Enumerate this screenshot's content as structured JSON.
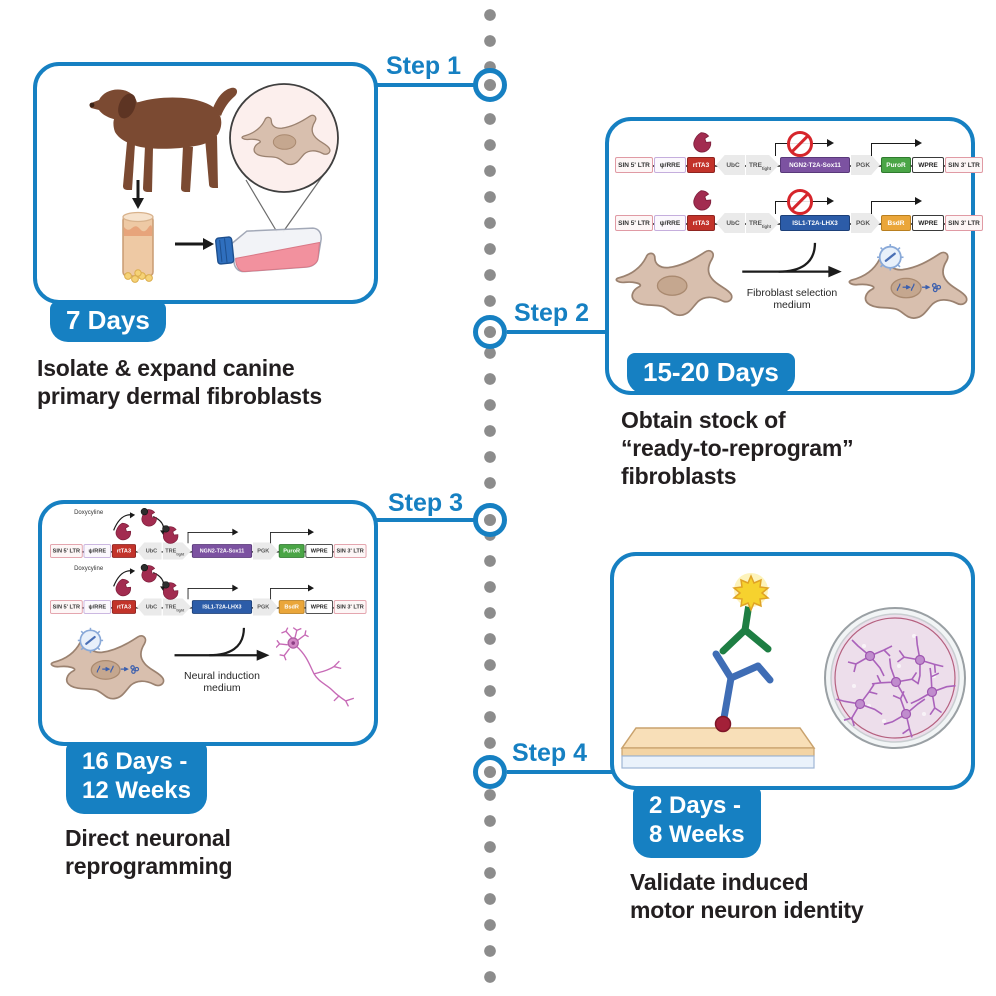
{
  "figure": {
    "title_hidden": "",
    "type": "stepwise protocol timeline"
  },
  "steps": [
    {
      "label": "Step 1",
      "duration": "7 Days",
      "caption": "Isolate & expand canine\nprimary dermal fibroblasts"
    },
    {
      "label": "Step 2",
      "duration": "15-20 Days",
      "caption": "Obtain stock of\n“ready-to-reprogram”\nfibroblasts"
    },
    {
      "label": "Step 3",
      "duration": "16 Days -\n12 Weeks",
      "caption": "Direct neuronal\nreprogramming"
    },
    {
      "label": "Step 4",
      "duration": "2 Days -\n8 Weeks",
      "caption": "Validate induced\nmotor neuron identity"
    }
  ],
  "constructs": {
    "shared": {
      "ltr5": "SIN 5' LTR",
      "psi": "ψ/RRE",
      "rtta3": "rtTA3",
      "ubc": "UbC",
      "tre": "TRE",
      "tre_sub": "tight",
      "pgk": "PGK",
      "wpre": "WPRE",
      "ltr3": "SIN 3' LTR"
    },
    "dox_label": "Doxycyline",
    "rows_step2": [
      {
        "gene": "NGN2-T2A-Sox11",
        "gene_color": "#7c52a1",
        "gene_border": "#59397a",
        "marker": "PuroR",
        "marker_color": "#4aa546",
        "marker_border": "#2f7a2e",
        "inhibited": true,
        "dox": false
      },
      {
        "gene": "ISL1-T2A-LHX3",
        "gene_color": "#2c5ca8",
        "gene_border": "#1d4079",
        "marker": "BsdR",
        "marker_color": "#eaa63a",
        "marker_border": "#b97f1f",
        "inhibited": true,
        "dox": false
      }
    ],
    "rows_step3": [
      {
        "gene": "NGN2-T2A-Sox11",
        "gene_color": "#7c52a1",
        "gene_border": "#59397a",
        "marker": "PuroR",
        "marker_color": "#4aa546",
        "marker_border": "#2f7a2e",
        "inhibited": false,
        "dox": true
      },
      {
        "gene": "ISL1-T2A-LHX3",
        "gene_color": "#2c5ca8",
        "gene_border": "#1d4079",
        "marker": "BsdR",
        "marker_color": "#eaa63a",
        "marker_border": "#b97f1f",
        "inhibited": false,
        "dox": true
      }
    ]
  },
  "reactions": {
    "step2": "Fibroblast selection\nmedium",
    "step3": "Neural induction\nmedium"
  },
  "colors": {
    "accent_blue": "#1680c2",
    "timeline_dot_gray": "#8c8c8c",
    "caption_black": "#231f20",
    "rtta3_red": "#c2332a",
    "ngn2_purple": "#7c52a1",
    "isl1_blue": "#2c5ca8",
    "puror_green": "#4aa546",
    "bsdr_amber": "#eaa63a",
    "prohibition_red": "#d6252b",
    "rtta3_protein_maroon": "#a22c50",
    "fibroblast_beige": "#d8bfae",
    "neuron_pink": "#c76ab6",
    "dog_brown": "#7b4a32",
    "fluorophore_yellow": "#f6d22e",
    "antibody_green": "#1e7e43",
    "antibody_blue": "#3f6db5"
  }
}
